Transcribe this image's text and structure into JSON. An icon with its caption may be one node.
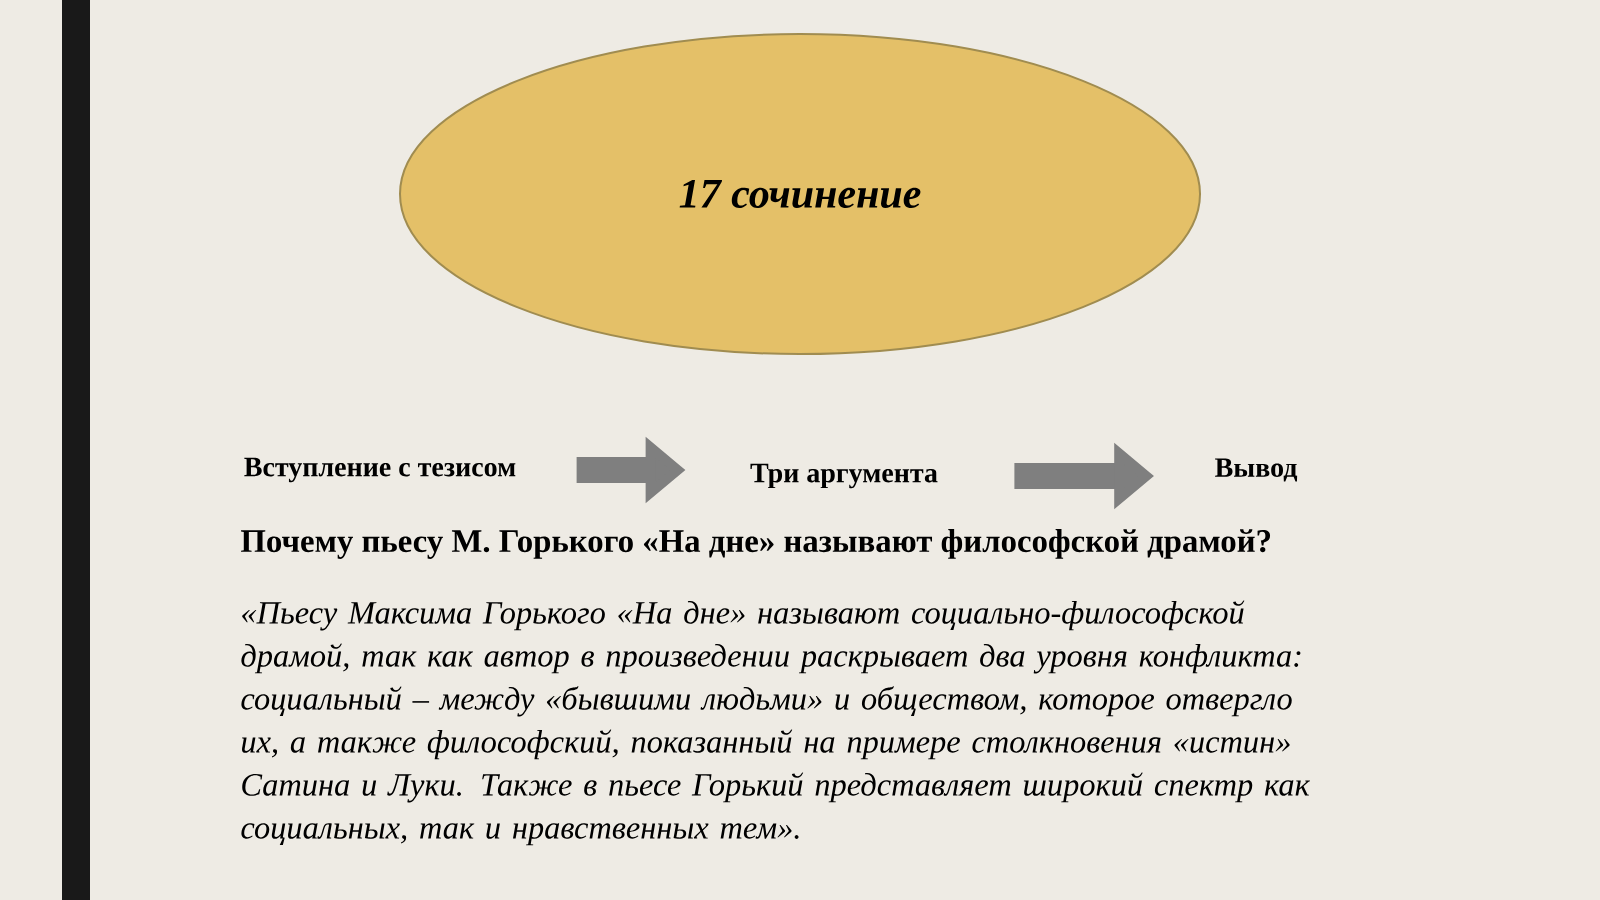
{
  "diagram": {
    "nodes": [
      {
        "text": [
          "*17 сочинение*"
        ]
      },
      {
        "text": [
          "Вступление с тезисом"
        ]
      },
      {
        "text": [
          "Три аргумента"
        ]
      },
      {
        "text": [
          "Вывод"
        ]
      }
    ],
    "edges": [
      {
        "from": 1,
        "to": 2,
        "arrow": "to"
      },
      {
        "from": 2,
        "to": 3,
        "arrow": "to"
      }
    ],
    "labels": [
      "Почему пьесу М. Горького «На дне» называют философской драмой?",
      "«Пьесу Максима Горького «На дне» называют социально-философской драмой, так как автор в произведении раскрывает два уровня конфликта: социальный – между «бывшими людьми» и обществом, которое отвергло их, а также философский, показанный на примере столкновения «истин» Сатина и Луки. Также в пьесе Горький представляет широкий спектр как социальных, так и нравственных тем»."
    ]
  }
}
